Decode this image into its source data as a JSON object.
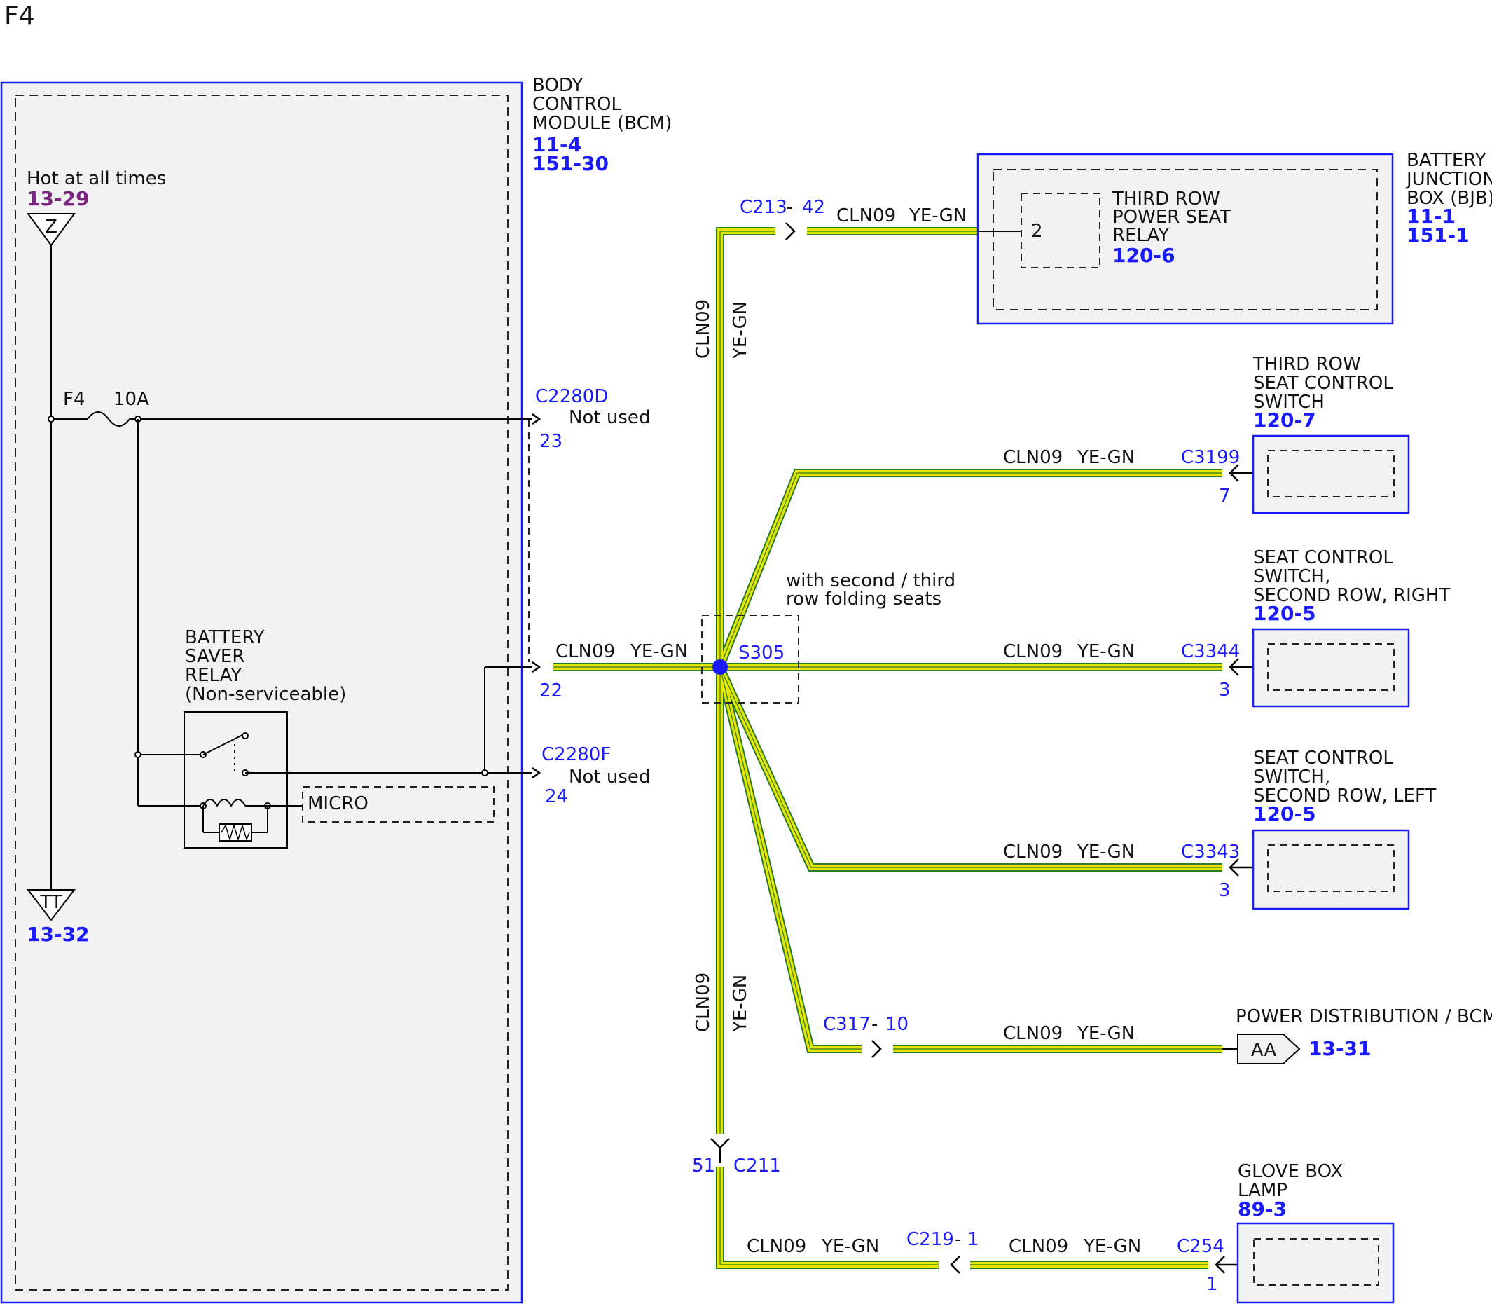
{
  "page_title": "F4",
  "colors": {
    "wire_fill": "#e6e600",
    "wire_edge": "#2a7a2a",
    "component_border": "#1a1aff",
    "reference": "#1a1aff",
    "power_reference": "#7a2380",
    "box_fill": "#f2f2f2"
  },
  "bcm": {
    "name": [
      "BODY",
      "CONTROL",
      "MODULE (BCM)"
    ],
    "refs": [
      "11-4",
      "151-30"
    ],
    "hot_label": "Hot at all times",
    "hot_ref": "13-29",
    "z_symbol": "Z",
    "tt_symbol": "TT",
    "tt_ref": "13-32",
    "fuse_name": "F4",
    "fuse_rating": "10A",
    "relay_name": [
      "BATTERY",
      "SAVER",
      "RELAY",
      "(Non-serviceable)"
    ],
    "micro_label": "MICRO"
  },
  "bcm_connectors": {
    "c2280d": {
      "name": "C2280D",
      "pin": "23",
      "note": "Not used"
    },
    "c2280b_pin": "22",
    "c2280f": {
      "name": "C2280F",
      "pin": "24",
      "note": "Not used"
    }
  },
  "splice": {
    "name": "S305",
    "option_note": [
      "with second / third",
      "row folding seats"
    ]
  },
  "wire": {
    "circuit": "CLN09",
    "color": "YE-GN"
  },
  "bjb": {
    "name": [
      "BATTERY",
      "JUNCTION",
      "BOX (BJB)"
    ],
    "refs": [
      "11-1",
      "151-1"
    ],
    "relay_name": [
      "THIRD ROW",
      "POWER SEAT",
      "RELAY"
    ],
    "relay_ref": "120-6",
    "relay_pin": "2",
    "connector": "C213",
    "connector_pin": "42"
  },
  "third_row_switch": {
    "name": [
      "THIRD ROW",
      "SEAT CONTROL",
      "SWITCH"
    ],
    "ref": "120-7",
    "connector": "C3199",
    "pin": "7"
  },
  "second_row_right": {
    "name": [
      "SEAT CONTROL",
      "SWITCH,",
      "SECOND ROW, RIGHT"
    ],
    "ref": "120-5",
    "connector": "C3344",
    "pin": "3"
  },
  "second_row_left": {
    "name": [
      "SEAT CONTROL",
      "SWITCH,",
      "SECOND ROW, LEFT"
    ],
    "ref": "120-5",
    "connector": "C3343",
    "pin": "3"
  },
  "power_dist": {
    "label": "POWER DISTRIBUTION / BCM",
    "symbol": "AA",
    "ref": "13-31",
    "connector": "C317",
    "connector_pin": "10"
  },
  "c211": {
    "name": "C211",
    "pin": "51"
  },
  "c219": {
    "name": "C219",
    "pin": "1"
  },
  "glove_box": {
    "name": [
      "GLOVE BOX",
      "LAMP"
    ],
    "ref": "89-3",
    "connector": "C254",
    "pin": "1"
  }
}
